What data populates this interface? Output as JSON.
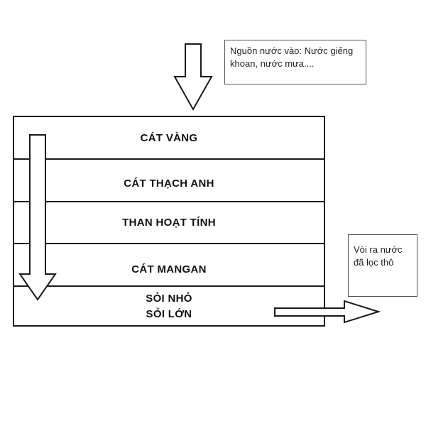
{
  "inlet_note": {
    "line1": "Nguồn nước vào: Nước giếng",
    "line2": "khoan, nước mưa...."
  },
  "outlet_note": {
    "line1": "Vòi ra nước",
    "line2": "đã lọc thô"
  },
  "layers": [
    {
      "label": "CÁT VÀNG"
    },
    {
      "label": "CÁT THẠCH ANH"
    },
    {
      "label": "THAN HOẠT TÍNH"
    },
    {
      "label": "CÁT MANGAN"
    },
    {
      "label_line1": "SỎI NHỎ",
      "label_line2": "SỎI LỚN"
    }
  ]
}
